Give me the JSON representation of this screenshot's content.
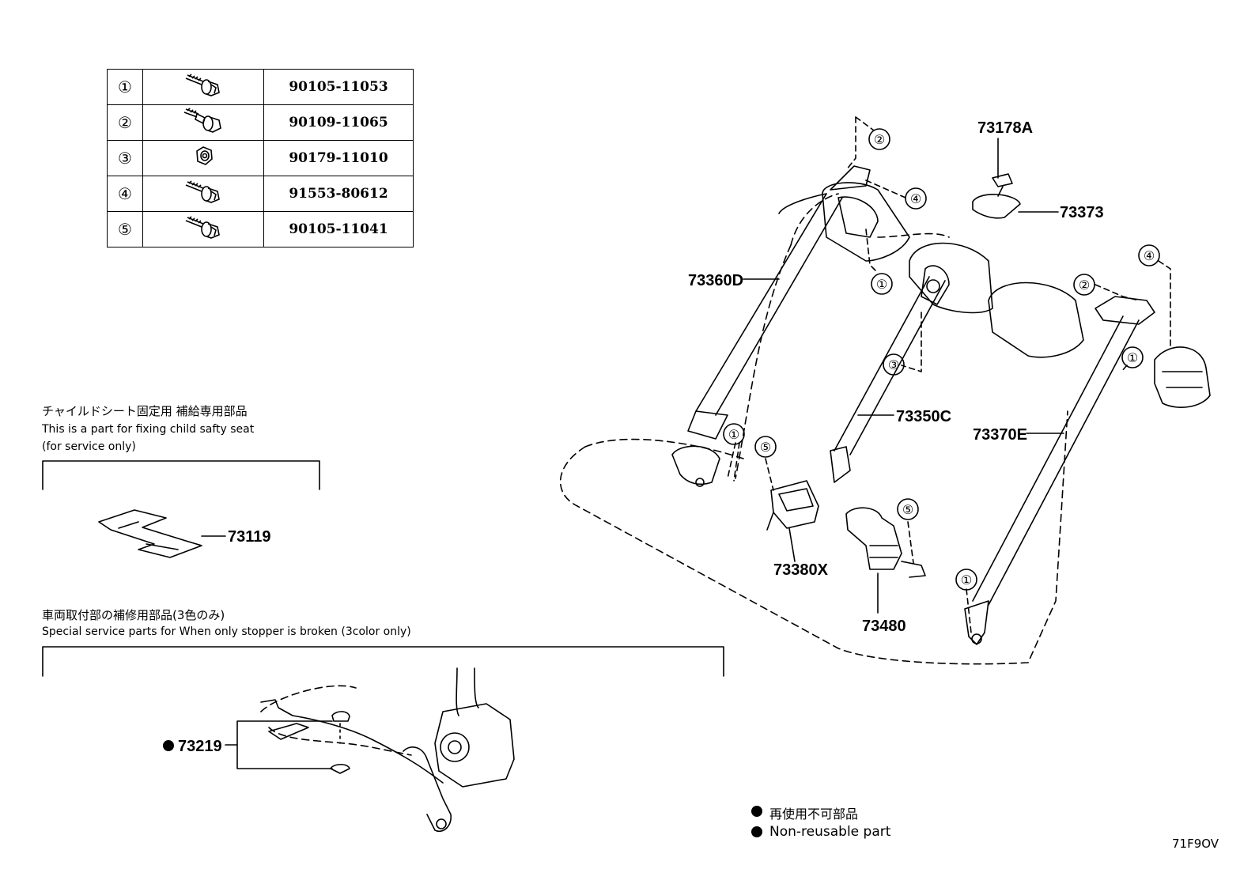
{
  "fastener_table": [
    {
      "ref": "①",
      "part_no": "90105-11053",
      "icon": "flange-bolt-icon"
    },
    {
      "ref": "②",
      "part_no": "90109-11065",
      "icon": "shoulder-bolt-icon"
    },
    {
      "ref": "③",
      "part_no": "90179-11010",
      "icon": "hex-nut-icon"
    },
    {
      "ref": "④",
      "part_no": "91553-80612",
      "icon": "flange-bolt-icon"
    },
    {
      "ref": "⑤",
      "part_no": "90105-11041",
      "icon": "flange-bolt-icon"
    }
  ],
  "child_seat_note": {
    "jp": "チャイルドシート固定用 補給専用部品",
    "en1": "This is a part for fixing child safty seat",
    "en2": "(for service only)"
  },
  "stopper_note": {
    "jp": "車両取付部の補修用部品(3色のみ)",
    "en": "Special service parts for When only stopper is broken (3color only)"
  },
  "part_labels": {
    "p73178A": "73178A",
    "p73373": "73373",
    "p73360D": "73360D",
    "p73350C": "73350C",
    "p73370E": "73370E",
    "p73380X": "73380X",
    "p73480": "73480",
    "p73119": "73119",
    "p73219": "73219"
  },
  "callouts": {
    "c1": "①",
    "c2": "②",
    "c3": "③",
    "c4": "④",
    "c5": "⑤"
  },
  "legend": {
    "jp": "再使用不可部品",
    "en": "Non-reusable part"
  },
  "diagram_code": "71F9OV"
}
